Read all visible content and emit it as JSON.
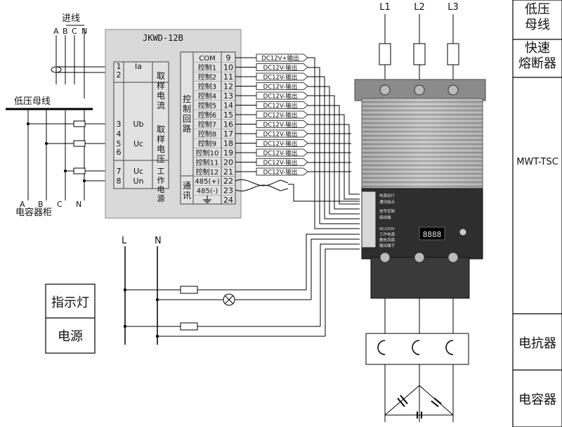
{
  "controller": {
    "model": "JKWD-12B",
    "terminal_rows": [
      {
        "num": "1",
        "label": "Ia"
      },
      {
        "num": "2",
        "label": ""
      },
      {
        "num": "3",
        "label": "Ub"
      },
      {
        "num": "4",
        "label": ""
      },
      {
        "num": "5",
        "label": "Uc"
      },
      {
        "num": "6",
        "label": ""
      },
      {
        "num": "7",
        "label": "Uc"
      },
      {
        "num": "8",
        "label": "Un"
      }
    ],
    "group_sampling_current": "取样电流",
    "group_sampling_voltage": "取样电压",
    "group_power": "工作电源",
    "group_control": "控制回路",
    "group_comm": "通讯",
    "control_rows": [
      {
        "label": "COM",
        "num": "9",
        "output": "DC12V+输出"
      },
      {
        "label": "控制1",
        "num": "10",
        "output": "DC12V-输出"
      },
      {
        "label": "控制2",
        "num": "11",
        "output": "DC12V-输出"
      },
      {
        "label": "控制3",
        "num": "12",
        "output": "DC12V-输出"
      },
      {
        "label": "控制4",
        "num": "13",
        "output": "DC12V-输出"
      },
      {
        "label": "控制5",
        "num": "14",
        "output": "DC12V-输出"
      },
      {
        "label": "控制6",
        "num": "15",
        "output": "DC12V-输出"
      },
      {
        "label": "控制7",
        "num": "16",
        "output": "DC12V-输出"
      },
      {
        "label": "控制8",
        "num": "17",
        "output": "DC12V-输出"
      },
      {
        "label": "控制9",
        "num": "18",
        "output": "DC12V-输出"
      },
      {
        "label": "控制10",
        "num": "19",
        "output": "DC12V-输出"
      },
      {
        "label": "控制11",
        "num": "20",
        "output": "DC12V-输出"
      },
      {
        "label": "控制12",
        "num": "21",
        "output": "DC12V-输出"
      }
    ],
    "comm_rows": [
      {
        "label": "485(+)",
        "num": "22"
      },
      {
        "label": "485(-)",
        "num": "23"
      },
      {
        "label": "",
        "num": "24"
      }
    ]
  },
  "left": {
    "incoming_label": "进线",
    "phases_top": [
      "A",
      "B",
      "C",
      "N"
    ],
    "bus_label": "低压母线",
    "phases_bottom": [
      "A",
      "B",
      "C",
      "N"
    ],
    "cabinet_label": "电容器柜"
  },
  "supply": {
    "l_label": "L",
    "n_label": "N",
    "lamp_label": "指示灯",
    "power_label": "电源"
  },
  "mains": {
    "phases": [
      "L1",
      "L2",
      "L3"
    ]
  },
  "device": {
    "panel_labels": [
      "电源运行",
      "通讯接点",
      "信号控制",
      "接线端",
      "AC220V",
      "工作电源",
      "散热风扇",
      "输出端子"
    ]
  },
  "legend": {
    "items": [
      "低压母线",
      "快速熔断器",
      "MWT-TSC",
      "电抗器",
      "电容器"
    ]
  }
}
